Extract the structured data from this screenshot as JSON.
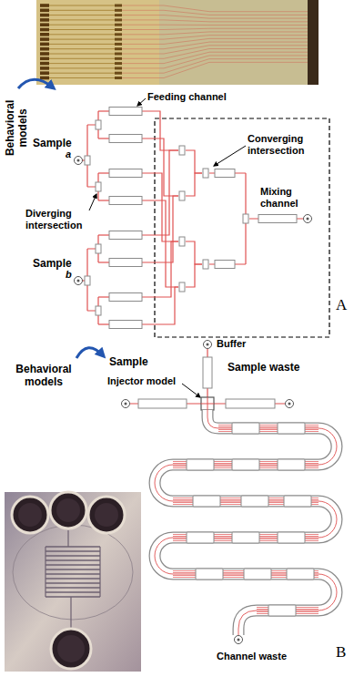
{
  "diagram": {
    "labels": [
      "Behavioral models",
      "Feeding channel",
      "Sample",
      "a",
      "Diverging intersection",
      "Sample",
      "b",
      "Converging intersection",
      "Mixing channel",
      "A",
      "Behavioral models",
      "Buffer",
      "Injector model",
      "Sample",
      "Sample waste",
      "Channel waste",
      "B"
    ]
  }
}
